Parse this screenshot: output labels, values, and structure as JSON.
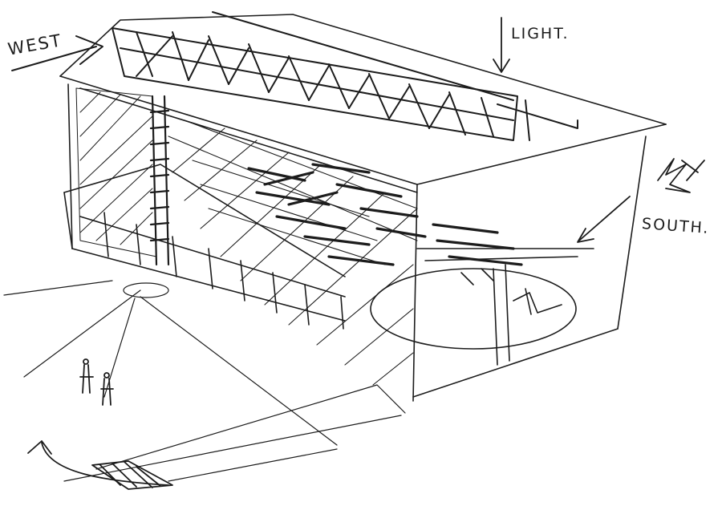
{
  "annotations": {
    "west": "WEST",
    "light": "LIGHT.",
    "south": "SOUTH."
  },
  "colors": {
    "ink": "#1c1c1c",
    "paper": "#ffffff"
  },
  "icon_names": [
    "west-arrow-icon",
    "light-arrow-icon",
    "south-sun-icon",
    "south-arrow-icon",
    "human-figures-icon",
    "sweep-arrow-icon"
  ]
}
